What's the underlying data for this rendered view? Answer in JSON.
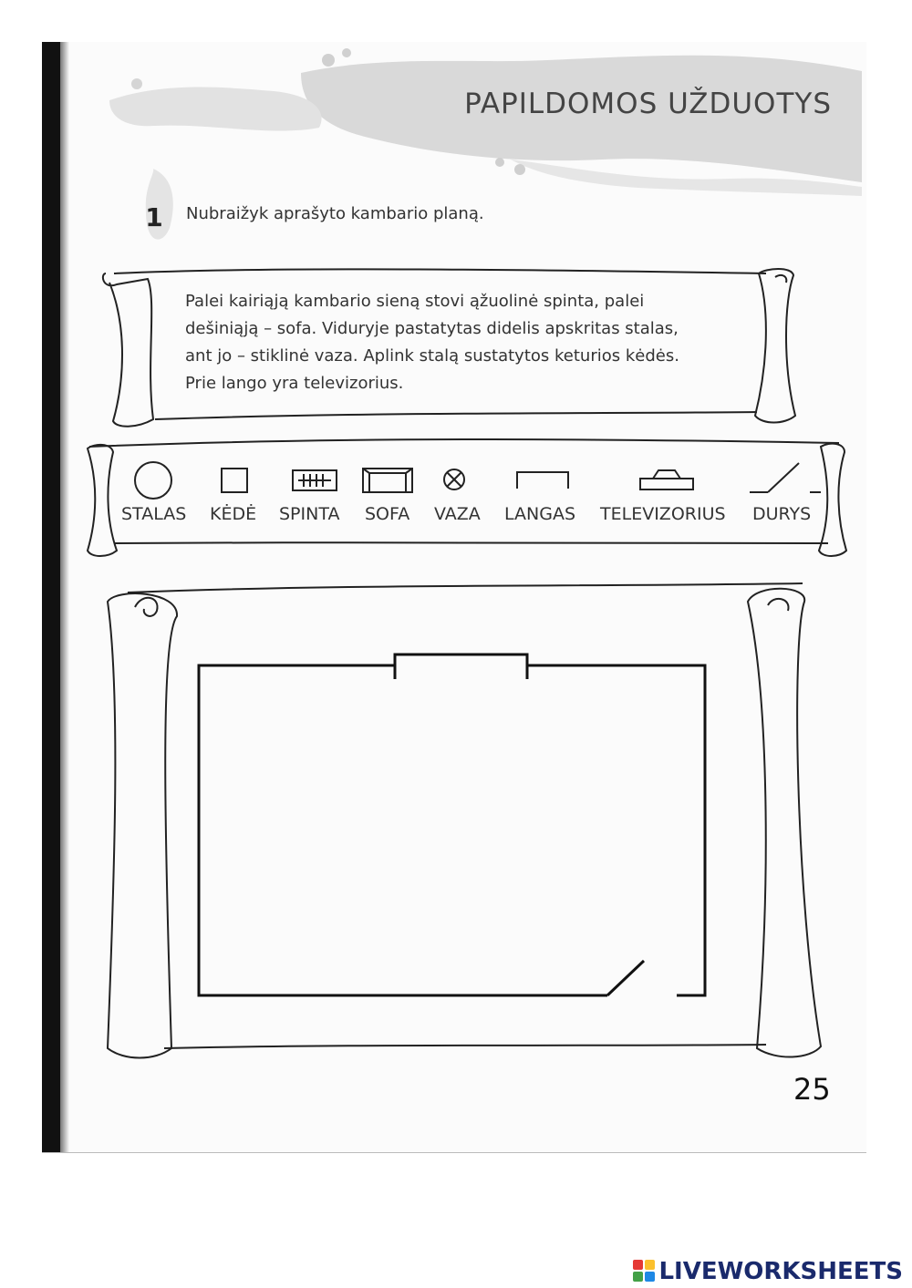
{
  "header": {
    "title": "PAPILDOMOS UŽDUOTYS"
  },
  "task": {
    "number": "1",
    "instruction": "Nubraižyk aprašyto kambario planą."
  },
  "description": {
    "lines": [
      "Palei kairiąją kambario sieną stovi ąžuolinė spinta, palei",
      "dešiniąją – sofa. Viduryje pastatytas didelis apskritas stalas,",
      "ant jo – stiklinė vaza. Aplink stalą sustatytos keturios kėdės.",
      "Prie lango yra televizorius."
    ]
  },
  "legend": {
    "items": [
      {
        "label": "STALAS",
        "icon": "circle-icon"
      },
      {
        "label": "KĖDĖ",
        "icon": "square-icon"
      },
      {
        "label": "SPINTA",
        "icon": "wardrobe-icon"
      },
      {
        "label": "SOFA",
        "icon": "sofa-icon"
      },
      {
        "label": "VAZA",
        "icon": "vase-icon"
      },
      {
        "label": "LANGAS",
        "icon": "window-icon"
      },
      {
        "label": "TELEVIZORIUS",
        "icon": "tv-icon"
      },
      {
        "label": "DURYS",
        "icon": "door-icon"
      }
    ]
  },
  "page": {
    "number": "25"
  },
  "footer": {
    "brand": "LIVEWORKSHEETS"
  }
}
